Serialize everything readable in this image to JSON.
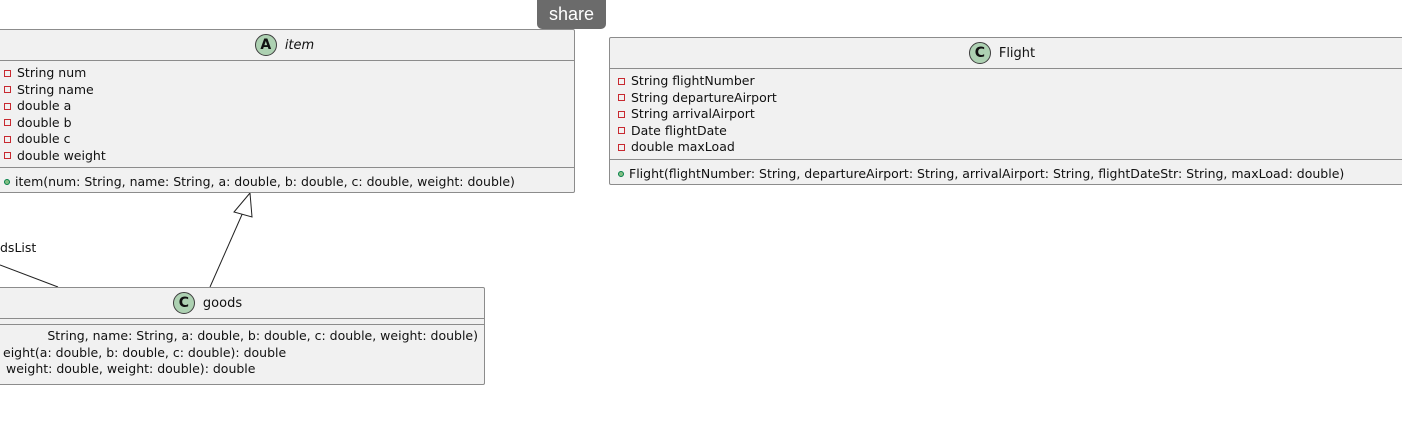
{
  "share_label": "share",
  "classes": {
    "item": {
      "name": "item",
      "stereotype": "A",
      "stereotype_color": "#add1b2",
      "fields": [
        "String num",
        "String name",
        "double a",
        "double b",
        "double c",
        "double weight"
      ],
      "methods": [
        "item(num: String, name: String, a: double, b: double, c: double, weight: double)"
      ]
    },
    "flight": {
      "name": "Flight",
      "stereotype": "C",
      "stereotype_color": "#add1b2",
      "fields": [
        "String flightNumber",
        "String departureAirport",
        "String arrivalAirport",
        "Date flightDate",
        "double maxLoad"
      ],
      "methods": [
        "Flight(flightNumber: String, departureAirport: String, arrivalAirport: String, flightDateStr: String, maxLoad: double)"
      ]
    },
    "goods": {
      "name": "goods",
      "stereotype": "C",
      "stereotype_color": "#add1b2",
      "methods": [
        "String, name: String, a: double, b: double, c: double, weight: double)",
        "eight(a: double, b: double, c: double): double",
        "weight: double, weight: double): double"
      ]
    }
  },
  "association_label": "dsList",
  "colors": {
    "class_fill": "#f1f1f1",
    "border": "#8c8c8c",
    "private_marker": "#c82930",
    "public_marker": "#84be84",
    "share_button": "#6b6b6b"
  }
}
